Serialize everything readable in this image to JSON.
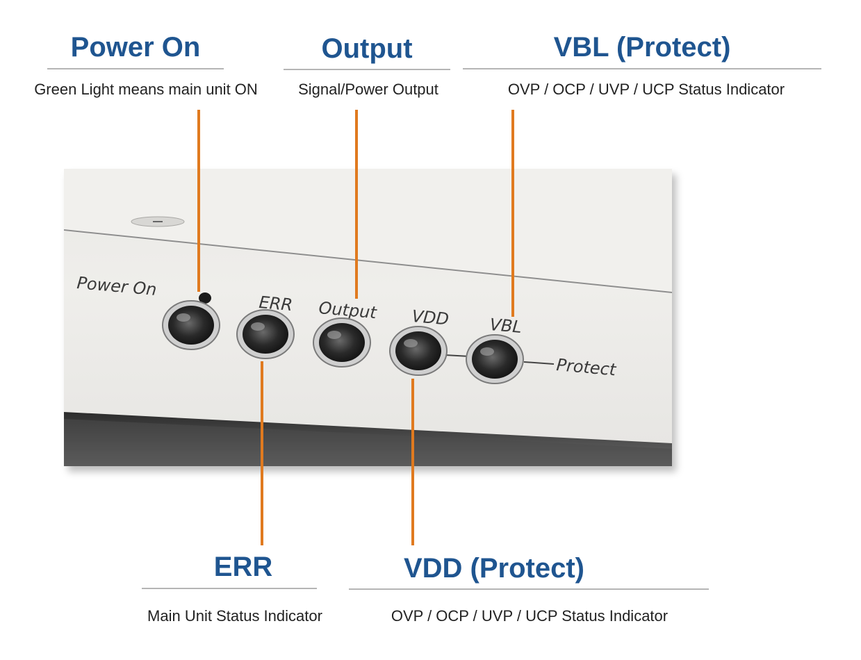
{
  "callouts": {
    "power_on": {
      "title": "Power On",
      "desc": "Green Light means main unit ON"
    },
    "output": {
      "title": "Output",
      "desc": "Signal/Power Output"
    },
    "vbl": {
      "title": "VBL (Protect)",
      "desc": "OVP / OCP / UVP / UCP Status Indicator"
    },
    "err": {
      "title": "ERR",
      "desc": "Main Unit Status Indicator"
    },
    "vdd": {
      "title": "VDD (Protect)",
      "desc": "OVP / OCP / UVP / UCP Status Indicator"
    }
  },
  "panel_labels": {
    "power_on": "Power On",
    "err": "ERR",
    "output": "Output",
    "vdd": "VDD",
    "vbl": "VBL",
    "protect": "Protect"
  },
  "colors": {
    "title_blue": "#1f5590",
    "leader_orange": "#e07a1f",
    "rule_gray": "#b5b5b5"
  }
}
